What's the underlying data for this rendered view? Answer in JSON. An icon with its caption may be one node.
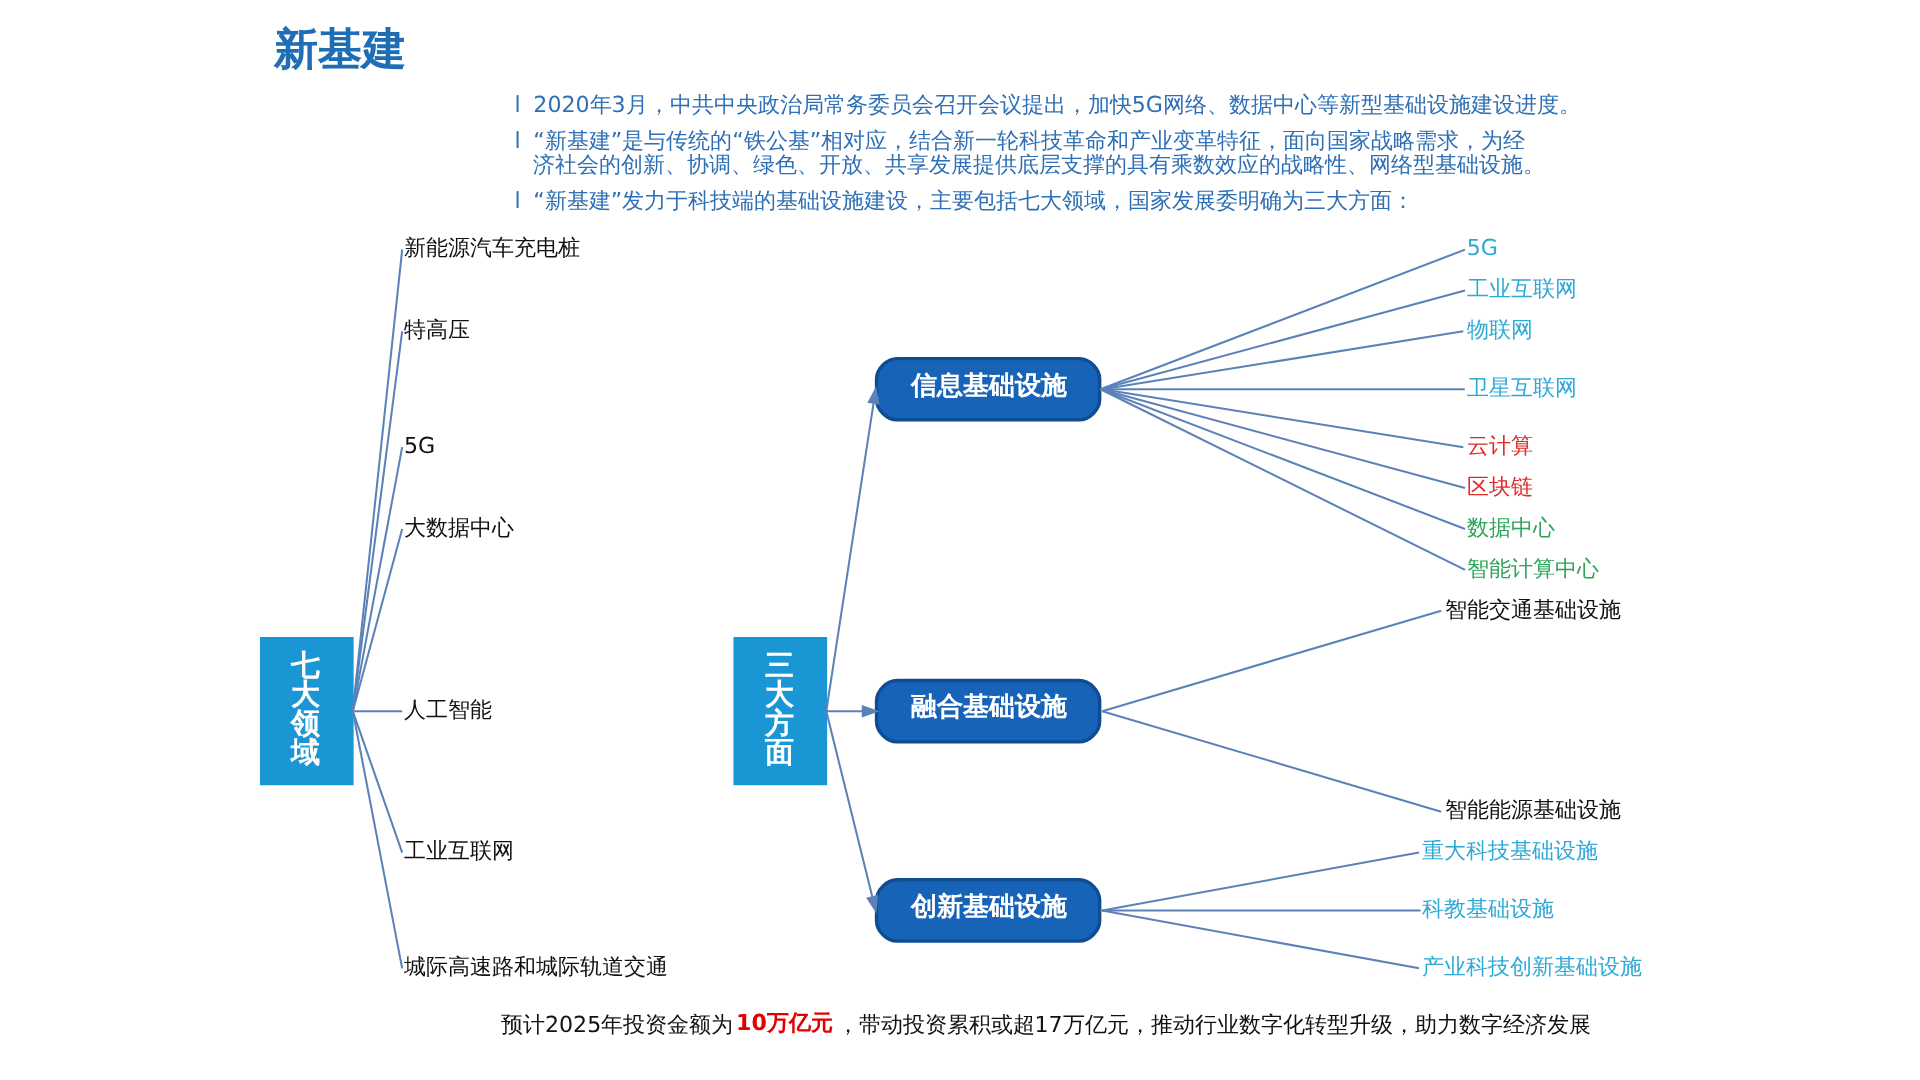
{
  "diagram": {
    "title": "新基建",
    "caption": "预计2025年投资金额为**10万亿元**，带动投资累积或超17万亿元，推动行业数字化转型升级，助力数字经济发展",
    "nodes": [
      {
        "text": [
          "七大领域"
        ]
      },
      {
        "text": [
          "新能源汽车充电桩"
        ]
      },
      {
        "text": [
          "特高压"
        ]
      },
      {
        "text": [
          "5G"
        ]
      },
      {
        "text": [
          "大数据中心"
        ]
      },
      {
        "text": [
          "人工智能"
        ]
      },
      {
        "text": [
          "工业互联网"
        ]
      },
      {
        "text": [
          "城际高速路和城际轨道交通"
        ]
      },
      {
        "text": [
          "三大方面"
        ]
      },
      {
        "text": [
          "信息基础设施"
        ]
      },
      {
        "text": [
          "5G"
        ]
      },
      {
        "text": [
          "工业互联网"
        ]
      },
      {
        "text": [
          "物联网"
        ]
      },
      {
        "text": [
          "卫星互联网"
        ]
      },
      {
        "text": [
          "云计算"
        ]
      },
      {
        "text": [
          "区块链"
        ]
      },
      {
        "text": [
          "数据中心"
        ]
      },
      {
        "text": [
          "智能计算中心"
        ]
      },
      {
        "text": [
          "融合基础设施"
        ]
      },
      {
        "text": [
          "智能交通基础设施"
        ]
      },
      {
        "text": [
          "智能能源基础设施"
        ]
      },
      {
        "text": [
          "创新基础设施"
        ]
      },
      {
        "text": [
          "重大科技基础设施"
        ]
      },
      {
        "text": [
          "科教基础设施"
        ]
      },
      {
        "text": [
          "产业科技创新基础设施"
        ]
      }
    ],
    "edges": [
      {
        "from": 0,
        "to": 1,
        "arrow": "none"
      },
      {
        "from": 0,
        "to": 2,
        "arrow": "none"
      },
      {
        "from": 0,
        "to": 3,
        "arrow": "none"
      },
      {
        "from": 0,
        "to": 4,
        "arrow": "none"
      },
      {
        "from": 0,
        "to": 5,
        "arrow": "none"
      },
      {
        "from": 0,
        "to": 6,
        "arrow": "none"
      },
      {
        "from": 0,
        "to": 7,
        "arrow": "none"
      },
      {
        "from": 8,
        "to": 9,
        "arrow": "to"
      },
      {
        "from": 8,
        "to": 18,
        "arrow": "to"
      },
      {
        "from": 8,
        "to": 21,
        "arrow": "to"
      },
      {
        "from": 9,
        "to": 10,
        "arrow": "none"
      },
      {
        "from": 9,
        "to": 11,
        "arrow": "none"
      },
      {
        "from": 9,
        "to": 12,
        "arrow": "none"
      },
      {
        "from": 9,
        "to": 13,
        "arrow": "none"
      },
      {
        "from": 9,
        "to": 14,
        "arrow": "none"
      },
      {
        "from": 9,
        "to": 15,
        "arrow": "none"
      },
      {
        "from": 9,
        "to": 16,
        "arrow": "none"
      },
      {
        "from": 9,
        "to": 17,
        "arrow": "none"
      },
      {
        "from": 18,
        "to": 19,
        "arrow": "none"
      },
      {
        "from": 18,
        "to": 20,
        "arrow": "none"
      },
      {
        "from": 21,
        "to": 22,
        "arrow": "none"
      },
      {
        "from": 21,
        "to": 23,
        "arrow": "none"
      },
      {
        "from": 21,
        "to": 24,
        "arrow": "none"
      }
    ],
    "labels": [
      "l",
      "2020年3月，中共中央政治局常务委员会召开会议提出，加快5G网络、数据中心等新型基础设施建设进度。",
      "l",
      "“新基建”是与传统的“铁公基”相对应，结合新一轮科技革命和产业变革特征，面向国家战略需求，为经济社会的创新、协调、绿色、开放、共享发展提供底层支撑的具有乘数效应的战略性、网络型基础设施。",
      "l",
      "“新基建”发力于科技端的基础设施建设，主要包括七大领域，国家发展委明确为三大方面："
    ]
  }
}
